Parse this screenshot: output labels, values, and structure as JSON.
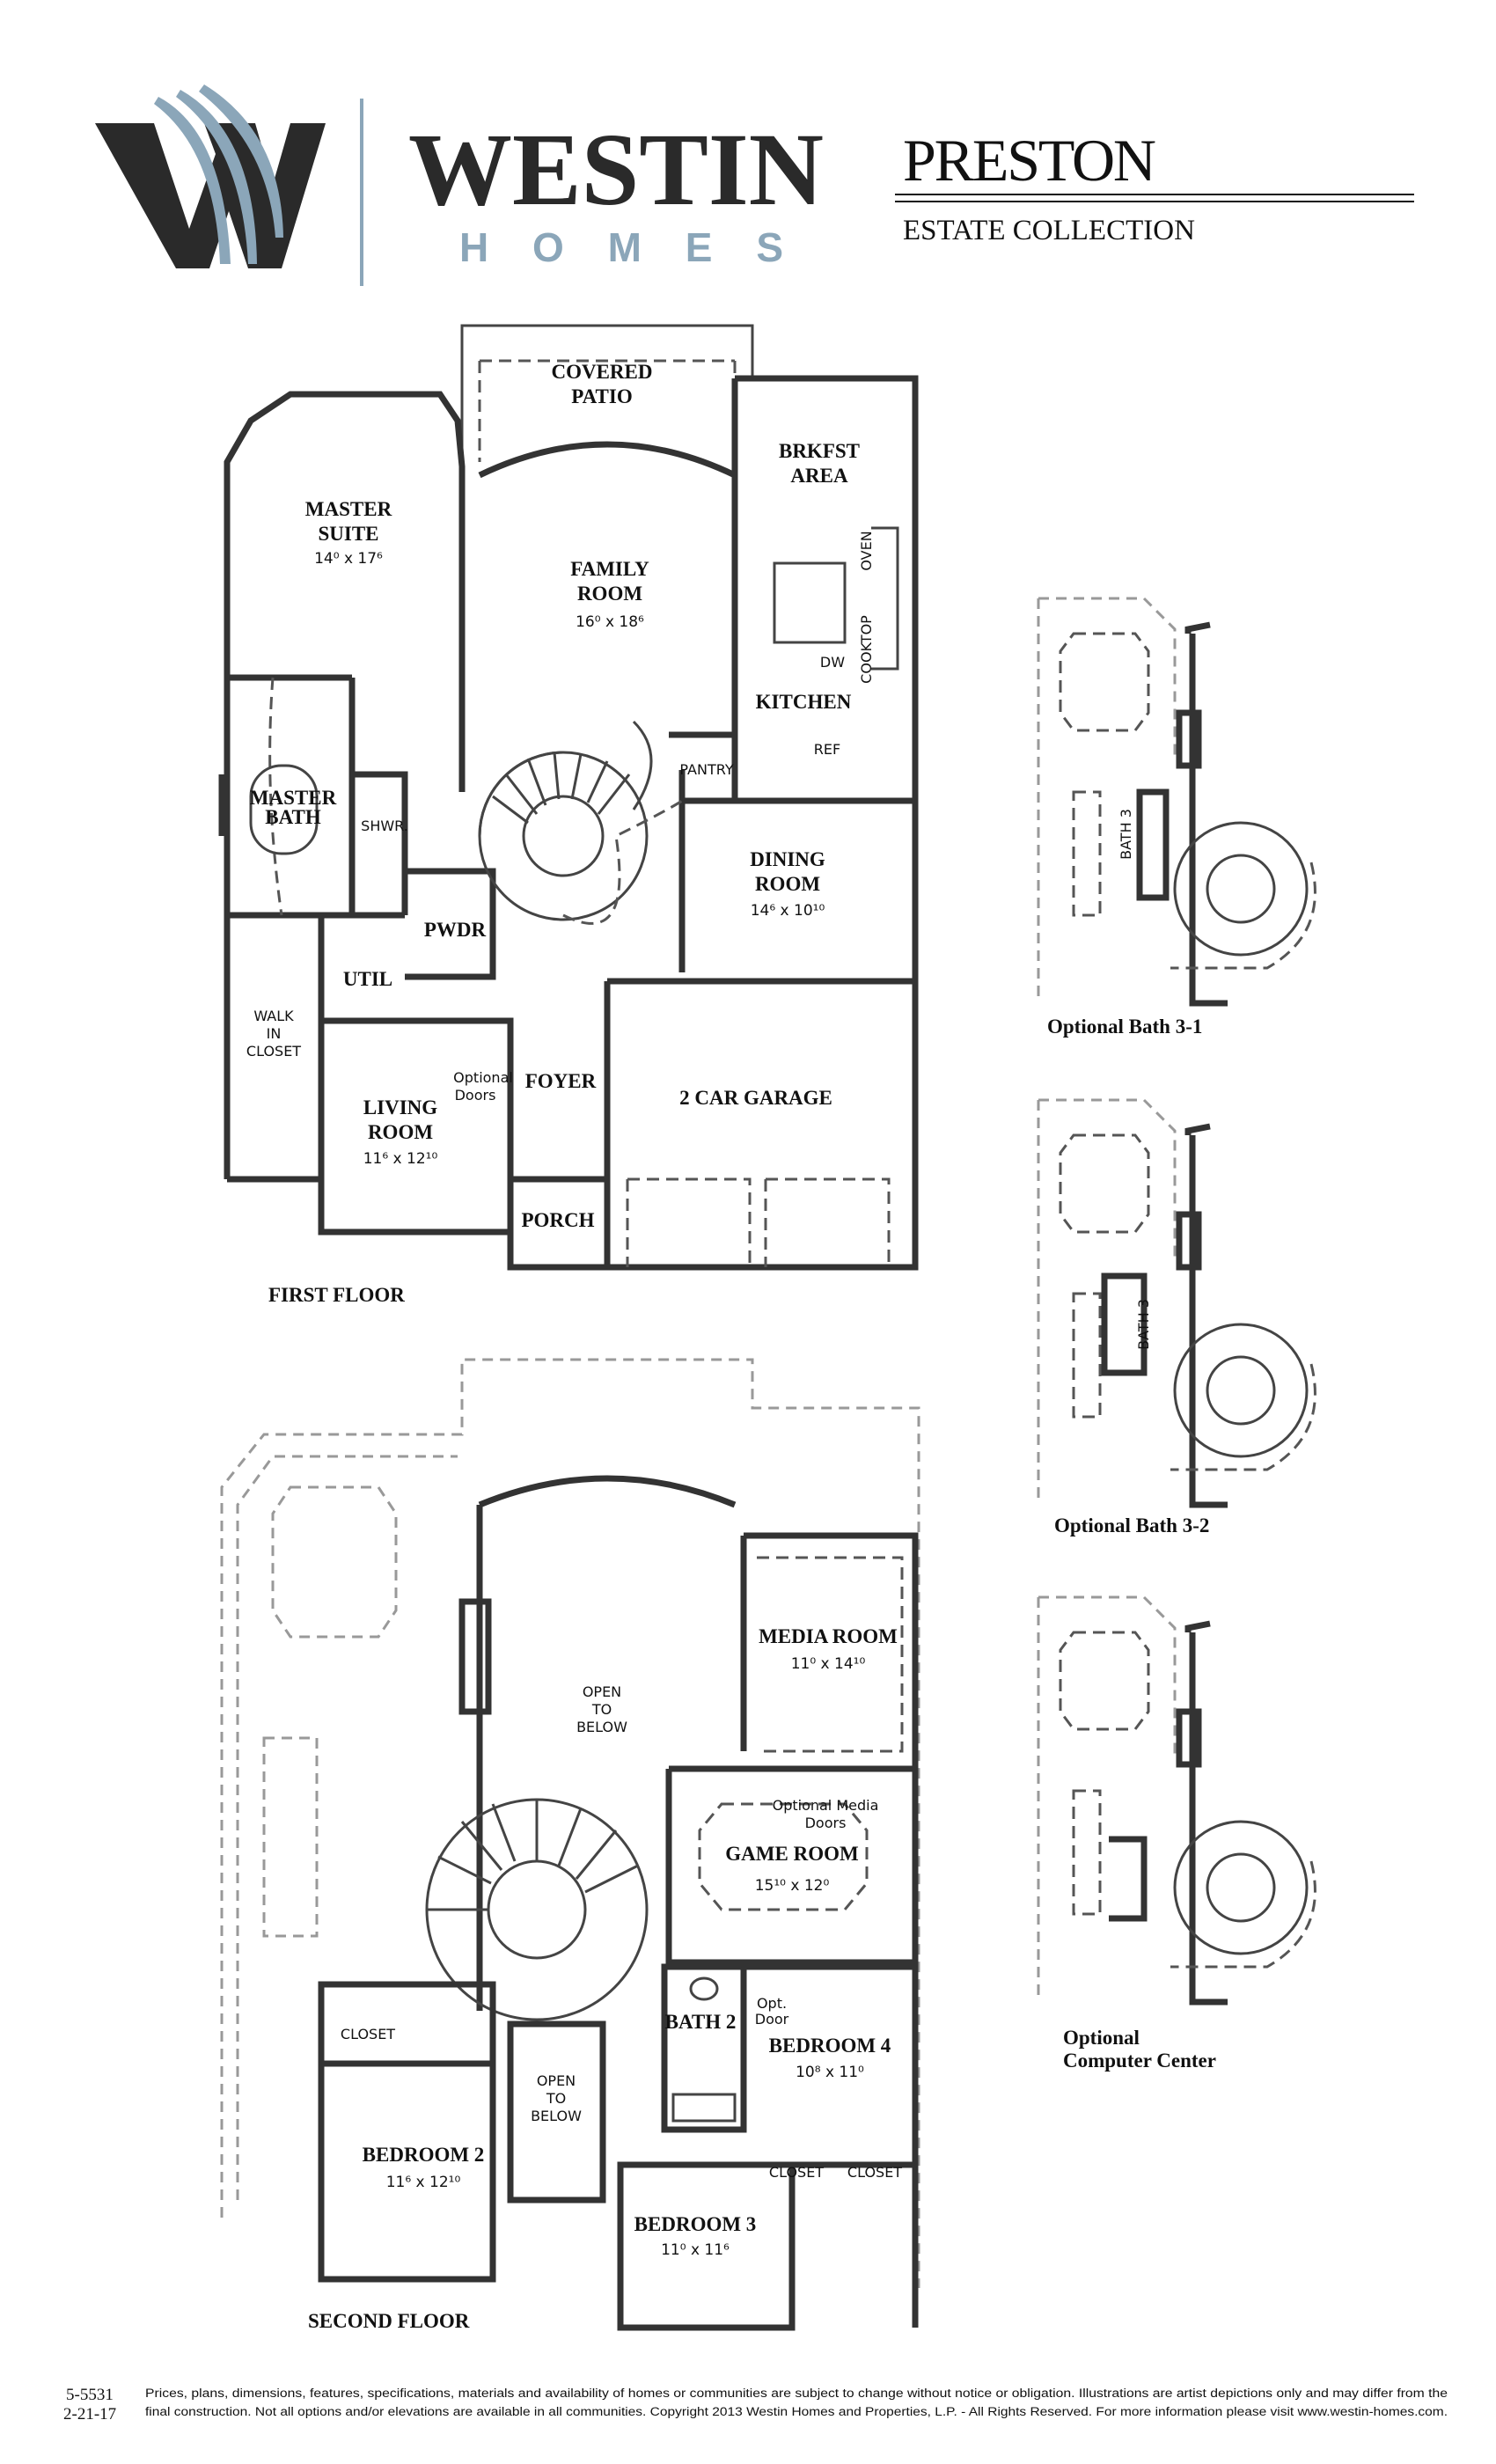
{
  "header": {
    "brand_name": "WESTIN",
    "brand_sub": "HOMES",
    "plan_name": "PRESTON",
    "collection": "ESTATE COLLECTION",
    "brand_dark": "#2a2a2a",
    "brand_blue": "#8ba6b9"
  },
  "first_floor": {
    "title": "FIRST FLOOR",
    "rooms": {
      "covered_patio": [
        "COVERED",
        "PATIO"
      ],
      "brkfst": [
        "BRKFST",
        "AREA"
      ],
      "master_suite": [
        "MASTER",
        "SUITE"
      ],
      "master_suite_dim": "14⁰ x 17⁶",
      "family_room": [
        "FAMILY",
        "ROOM"
      ],
      "family_room_dim": "16⁰ x 18⁶",
      "oven": "OVEN",
      "cooktop": "COOKTOP",
      "dw": "DW",
      "kitchen": "KITCHEN",
      "pantry": "PANTRY",
      "ref": "REF",
      "master_bath": [
        "MASTER",
        "BATH"
      ],
      "shwr": "SHWR.",
      "dining_room": [
        "DINING",
        "ROOM"
      ],
      "dining_room_dim": "14⁶ x 10¹⁰",
      "pwdr": "PWDR",
      "util": "UTIL",
      "walk_in_closet": [
        "WALK",
        "IN",
        "CLOSET"
      ],
      "optional_doors": [
        "Optional",
        "Doors"
      ],
      "foyer": "FOYER",
      "garage": "2 CAR GARAGE",
      "living_room": [
        "LIVING",
        "ROOM"
      ],
      "living_room_dim": "11⁶ x 12¹⁰",
      "porch": "PORCH"
    }
  },
  "second_floor": {
    "title": "SECOND FLOOR",
    "rooms": {
      "open_to_below": [
        "OPEN",
        "TO",
        "BELOW"
      ],
      "media_room": "MEDIA ROOM",
      "media_room_dim": "11⁰ x 14¹⁰",
      "optional_media_doors": [
        "Optional Media",
        "Doors"
      ],
      "game_room": "GAME ROOM",
      "game_room_dim": "15¹⁰ x 12⁰",
      "closet_left": "CLOSET",
      "bath2": "BATH 2",
      "opt_door": [
        "Opt.",
        "Door"
      ],
      "bedroom4": "BEDROOM 4",
      "bedroom4_dim": "10⁸ x 11⁰",
      "open_to_below_2": [
        "OPEN",
        "TO",
        "BELOW"
      ],
      "bedroom2": "BEDROOM 2",
      "bedroom2_dim": "11⁶ x 12¹⁰",
      "closet_b3": "CLOSET",
      "closet_b4": "CLOSET",
      "bedroom3": "BEDROOM 3",
      "bedroom3_dim": "11⁰ x 11⁶"
    }
  },
  "options": [
    {
      "caption": [
        "Optional Bath 3-1"
      ],
      "room": "BATH 3"
    },
    {
      "caption": [
        "Optional Bath 3-2"
      ],
      "room": "BATH 3"
    },
    {
      "caption": [
        "Optional",
        "Computer Center"
      ]
    }
  ],
  "footer": {
    "plan_code": "5-5531",
    "date": "2-21-17",
    "disclaimer": [
      "Prices, plans, dimensions, features, specifications, materials and availability of homes or communities are subject to change without notice or obligation.  Illustrations are artist depictions only and may differ from the",
      "final construction.  Not all options and/or elevations are available in all communities.  Copyright 2013 Westin Homes and Properties, L.P. - All Rights Reserved.  For more information please visit www.westin-homes.com."
    ]
  }
}
